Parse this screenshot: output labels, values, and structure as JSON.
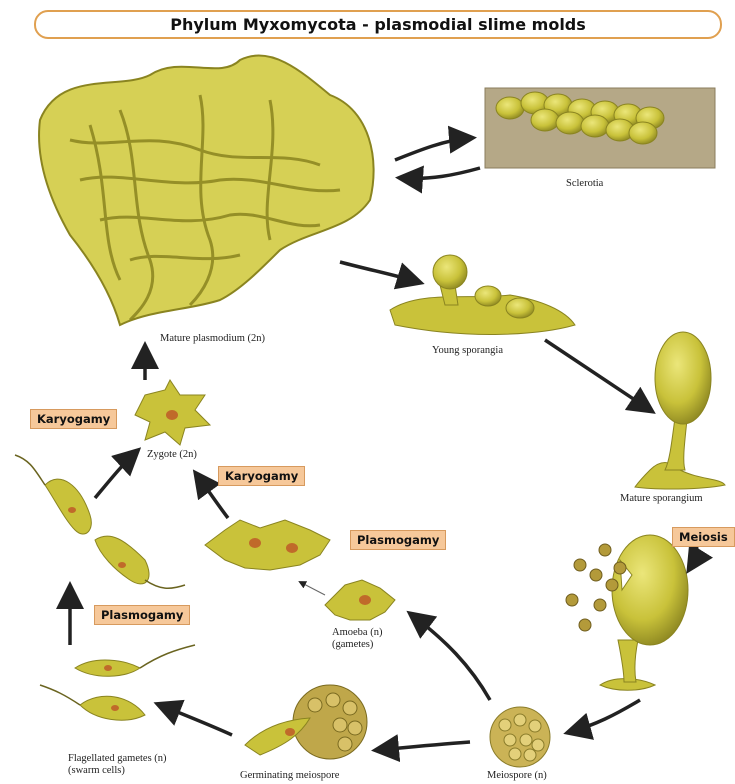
{
  "title": "Phylum Myxomycota - plasmodial slime molds",
  "labels": {
    "mature_plasmodium": "Mature plasmodium (2n)",
    "sclerotia": "Sclerotia",
    "young_sporangia": "Young sporangia",
    "mature_sporangium": "Mature sporangium",
    "meiospore": "Meiospore (n)",
    "germinating_meiospore": "Germinating meiospore",
    "flagellated_gametes_1": "Flagellated gametes (n)",
    "flagellated_gametes_2": "(swarm cells)",
    "amoeba_1": "Amoeba (n)",
    "amoeba_2": "(gametes)",
    "zygote": "Zygote (2n)"
  },
  "stage_tags": {
    "karyogamy_left": "Karyogamy",
    "karyogamy_center": "Karyogamy",
    "plasmogamy_center": "Plasmogamy",
    "plasmogamy_left": "Plasmogamy",
    "meiosis": "Meiosis"
  },
  "colors": {
    "slime": "#c9c23a",
    "slime_dark": "#8a8420",
    "tag_fill": "#f6c89a",
    "title_border": "#e0a050",
    "arrow": "#222222"
  }
}
